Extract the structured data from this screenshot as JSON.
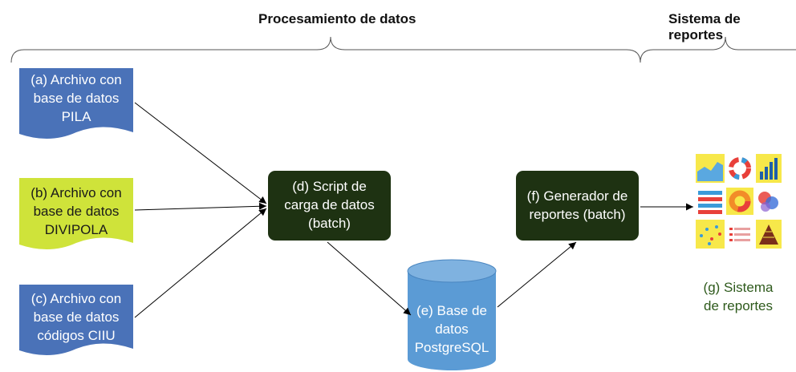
{
  "headers": {
    "processing": "Procesamiento de datos",
    "reports": "Sistema de reportes"
  },
  "nodes": {
    "a": {
      "lines": [
        "(a) Archivo con",
        "base de datos",
        "PILA"
      ],
      "color": "#4a72b8"
    },
    "b": {
      "lines": [
        "(b) Archivo con",
        "base de datos",
        "DIVIPOLA"
      ],
      "color": "#cfe33a"
    },
    "c": {
      "lines": [
        "(c) Archivo con",
        "base de datos",
        "códigos CIIU"
      ],
      "color": "#4a72b8"
    },
    "d": {
      "lines": [
        "(d) Script de",
        "carga de datos",
        "(batch)"
      ],
      "color": "#1e3212"
    },
    "e": {
      "lines": [
        "(e) Base de",
        "datos",
        "PostgreSQL"
      ],
      "color": "#5b9bd5"
    },
    "f": {
      "lines": [
        "(f) Generador de",
        "reportes (batch)"
      ],
      "color": "#1e3212"
    },
    "g": {
      "lines": [
        "(g) Sistema",
        "de reportes"
      ],
      "color": "#2e5a1c"
    }
  },
  "icons": [
    "area-chart-icon",
    "donut-chart-icon",
    "bar-chart-icon",
    "stacked-bars-icon",
    "ring-chart-icon",
    "venn-icon",
    "scatter-icon",
    "list-icon",
    "pyramid-icon"
  ]
}
